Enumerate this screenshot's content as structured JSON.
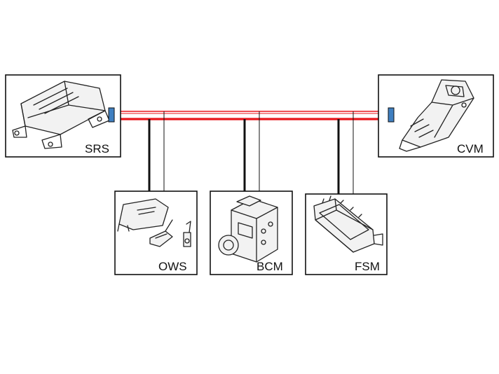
{
  "diagram": {
    "modules": {
      "srs": {
        "label": "SRS",
        "icon": "airbag-control-module-icon"
      },
      "cvm": {
        "label": "CVM",
        "icon": "camera-vision-module-icon"
      },
      "ows": {
        "label": "OWS",
        "icon": "occupant-weight-sensor-icon"
      },
      "bcm": {
        "label": "BCM",
        "icon": "brake-control-module-icon"
      },
      "fsm": {
        "label": "FSM",
        "icon": "front-sensing-module-icon"
      }
    },
    "bus": {
      "high_color": "#e8151b",
      "low_color": "#e8151b",
      "stub_color": "#111111",
      "terminator_color": "#3f7fc0"
    }
  }
}
